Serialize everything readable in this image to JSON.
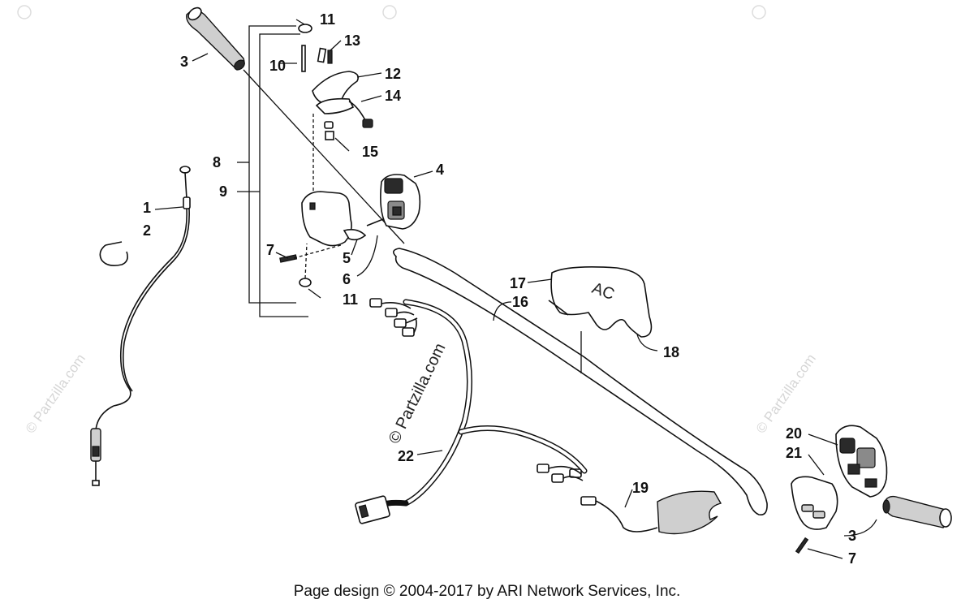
{
  "diagram": {
    "callouts": {
      "c1": "1",
      "c2": "2",
      "c3a": "3",
      "c3b": "3",
      "c4": "4",
      "c5": "5",
      "c6": "6",
      "c7a": "7",
      "c7b": "7",
      "c8": "8",
      "c9": "9",
      "c10": "10",
      "c11a": "11",
      "c11b": "11",
      "c12": "12",
      "c13": "13",
      "c14": "14",
      "c15": "15",
      "c16": "16",
      "c17": "17",
      "c18": "18",
      "c19": "19",
      "c20": "20",
      "c21": "21",
      "c22": "22"
    },
    "watermark": {
      "center": "© Partzilla.com",
      "left": "© Partzilla.com",
      "right": "© Partzilla.com"
    },
    "pad_logo": "AC"
  },
  "footer": {
    "text": "Page design © 2004-2017 by ARI Network Services, Inc."
  }
}
